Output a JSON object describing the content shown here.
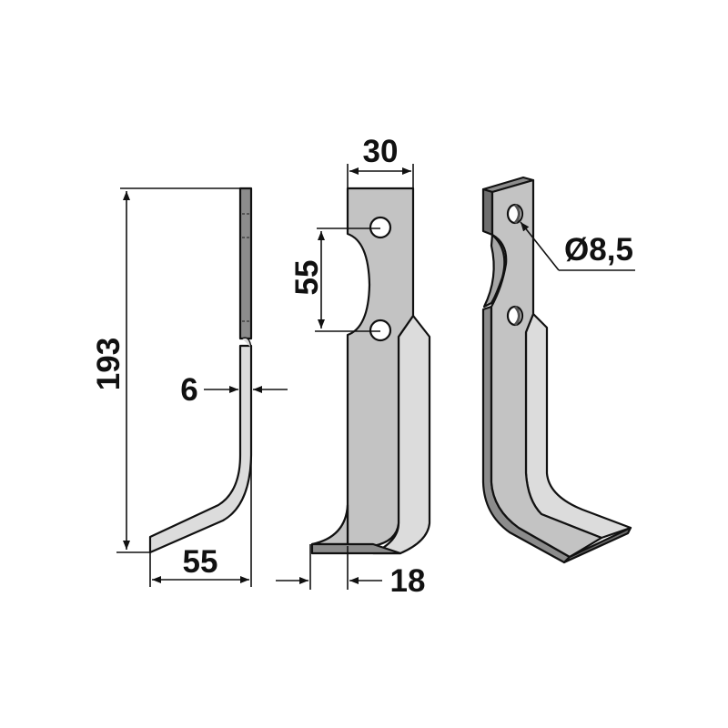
{
  "drawing": {
    "subject": "Rotary tiller blade (L-tine) technical drawing",
    "colors": {
      "background": "#ffffff",
      "line": "#111111",
      "face_mid": "#c3c3c3",
      "face_light": "#dcdcdc",
      "face_dark": "#8c8c8c",
      "edge_dark": "#6e6e6e"
    },
    "views": [
      {
        "id": "side-view",
        "label": "Side view"
      },
      {
        "id": "front-view",
        "label": "Front view"
      },
      {
        "id": "perspective-view",
        "label": "Perspective view"
      }
    ],
    "dimensions": {
      "total_height": "193",
      "thickness": "6",
      "bend_offset": "55",
      "width": "30",
      "hole_spacing": "55",
      "cutting_edge_width": "18",
      "hole_diameter": "Ø8,5"
    }
  }
}
